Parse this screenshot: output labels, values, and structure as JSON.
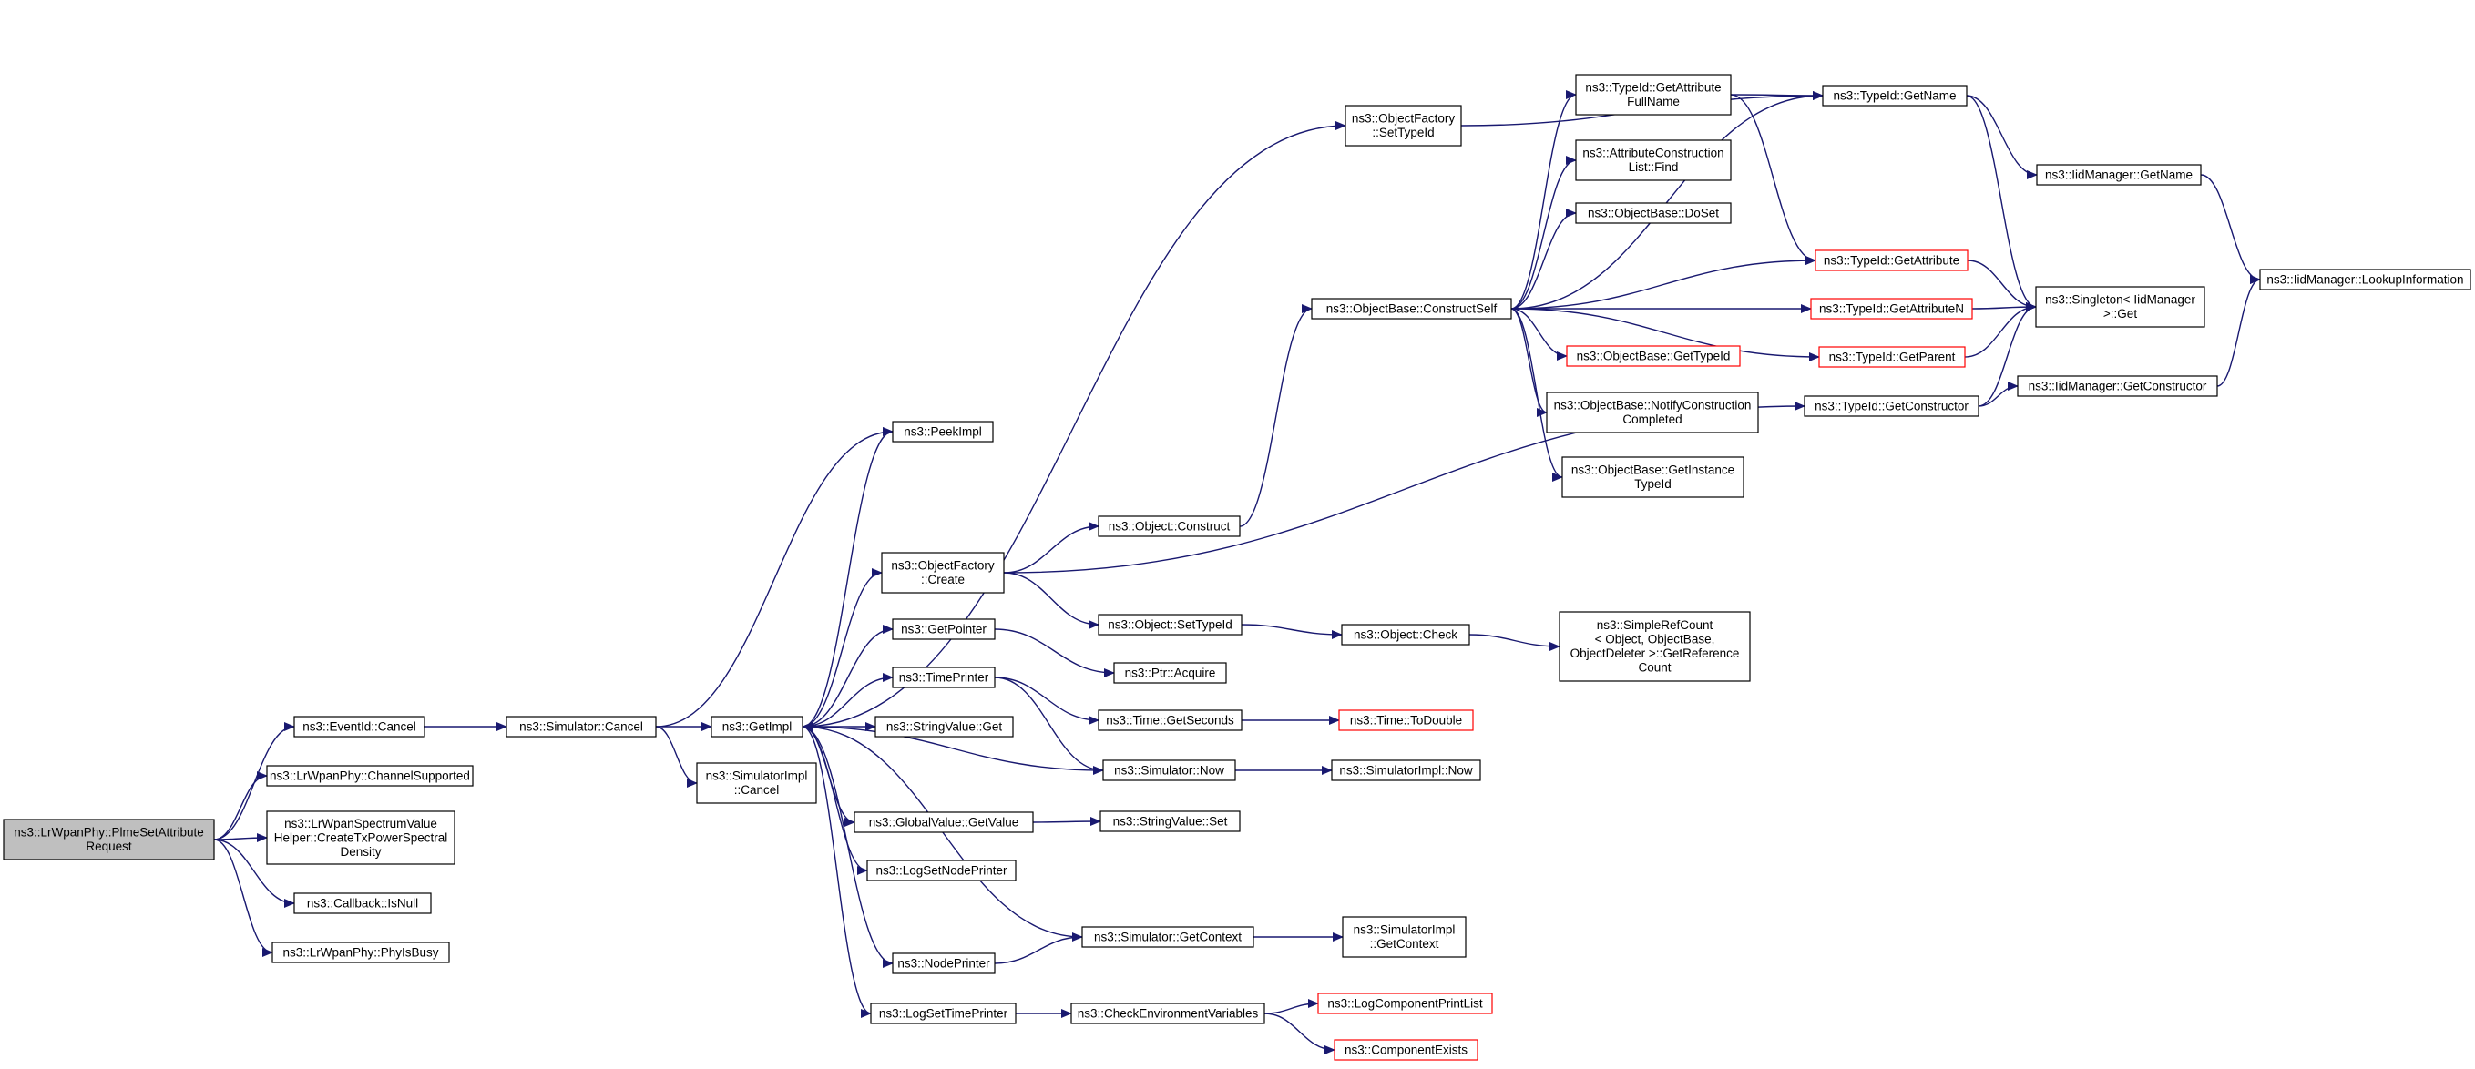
{
  "diagram": {
    "type": "call-graph",
    "colors": {
      "edge": "#191970",
      "root_fill": "#bfbfbf",
      "node_border": "#000000",
      "truncated_border": "#ff0000",
      "background": "#ffffff"
    },
    "nodes": [
      {
        "id": "root",
        "lines": [
          "ns3::LrWpanPhy::PlmeSetAttribute",
          "Request"
        ],
        "style": "root"
      },
      {
        "id": "eventid_cancel",
        "lines": [
          "ns3::EventId::Cancel"
        ]
      },
      {
        "id": "channel_supported",
        "lines": [
          "ns3::LrWpanPhy::ChannelSupported"
        ]
      },
      {
        "id": "create_tx_psd",
        "lines": [
          "ns3::LrWpanSpectrumValue",
          "Helper::CreateTxPowerSpectral",
          "Density"
        ]
      },
      {
        "id": "callback_isnull",
        "lines": [
          "ns3::Callback::IsNull"
        ]
      },
      {
        "id": "phy_is_busy",
        "lines": [
          "ns3::LrWpanPhy::PhyIsBusy"
        ]
      },
      {
        "id": "simulator_cancel",
        "lines": [
          "ns3::Simulator::Cancel"
        ]
      },
      {
        "id": "getimpl",
        "lines": [
          "ns3::GetImpl"
        ]
      },
      {
        "id": "simimpl_cancel",
        "lines": [
          "ns3::SimulatorImpl",
          "::Cancel"
        ]
      },
      {
        "id": "peekimpl",
        "lines": [
          "ns3::PeekImpl"
        ]
      },
      {
        "id": "objfactory_create",
        "lines": [
          "ns3::ObjectFactory",
          "::Create"
        ]
      },
      {
        "id": "getpointer",
        "lines": [
          "ns3::GetPointer"
        ]
      },
      {
        "id": "timeprinter",
        "lines": [
          "ns3::TimePrinter"
        ]
      },
      {
        "id": "stringvalue_get",
        "lines": [
          "ns3::StringValue::Get"
        ]
      },
      {
        "id": "globalvalue_getvalue",
        "lines": [
          "ns3::GlobalValue::GetValue"
        ]
      },
      {
        "id": "logsetnodeprinter",
        "lines": [
          "ns3::LogSetNodePrinter"
        ]
      },
      {
        "id": "nodeprinter",
        "lines": [
          "ns3::NodePrinter"
        ]
      },
      {
        "id": "logsettimeprinter",
        "lines": [
          "ns3::LogSetTimePrinter"
        ]
      },
      {
        "id": "objfactory_settypeid",
        "lines": [
          "ns3::ObjectFactory",
          "::SetTypeId"
        ]
      },
      {
        "id": "object_construct",
        "lines": [
          "ns3::Object::Construct"
        ]
      },
      {
        "id": "object_settypeid",
        "lines": [
          "ns3::Object::SetTypeId"
        ]
      },
      {
        "id": "ptr_acquire",
        "lines": [
          "ns3::Ptr::Acquire"
        ]
      },
      {
        "id": "time_getseconds",
        "lines": [
          "ns3::Time::GetSeconds"
        ]
      },
      {
        "id": "simulator_now",
        "lines": [
          "ns3::Simulator::Now"
        ]
      },
      {
        "id": "stringvalue_set",
        "lines": [
          "ns3::StringValue::Set"
        ]
      },
      {
        "id": "simulator_getcontext",
        "lines": [
          "ns3::Simulator::GetContext"
        ]
      },
      {
        "id": "check_env_vars",
        "lines": [
          "ns3::CheckEnvironmentVariables"
        ]
      },
      {
        "id": "objbase_constructself",
        "lines": [
          "ns3::ObjectBase::ConstructSelf"
        ]
      },
      {
        "id": "object_check",
        "lines": [
          "ns3::Object::Check"
        ]
      },
      {
        "id": "time_todouble",
        "lines": [
          "ns3::Time::ToDouble"
        ],
        "style": "truncated"
      },
      {
        "id": "simimpl_now",
        "lines": [
          "ns3::SimulatorImpl::Now"
        ]
      },
      {
        "id": "simimpl_getcontext",
        "lines": [
          "ns3::SimulatorImpl",
          "::GetContext"
        ]
      },
      {
        "id": "logcomponentprintlist",
        "lines": [
          "ns3::LogComponentPrintList"
        ],
        "style": "truncated"
      },
      {
        "id": "componentexists",
        "lines": [
          "ns3::ComponentExists"
        ],
        "style": "truncated"
      },
      {
        "id": "typeid_getattr_fullname",
        "lines": [
          "ns3::TypeId::GetAttribute",
          "FullName"
        ]
      },
      {
        "id": "attrconstr_find",
        "lines": [
          "ns3::AttributeConstruction",
          "List::Find"
        ]
      },
      {
        "id": "objbase_doset",
        "lines": [
          "ns3::ObjectBase::DoSet"
        ]
      },
      {
        "id": "objbase_gettypeid",
        "lines": [
          "ns3::ObjectBase::GetTypeId"
        ],
        "style": "truncated"
      },
      {
        "id": "objbase_notify",
        "lines": [
          "ns3::ObjectBase::NotifyConstruction",
          "Completed"
        ]
      },
      {
        "id": "objbase_getinstance",
        "lines": [
          "ns3::ObjectBase::GetInstance",
          "TypeId"
        ]
      },
      {
        "id": "simplerefcount",
        "lines": [
          "ns3::SimpleRefCount",
          "< Object, ObjectBase,",
          "ObjectDeleter >::GetReference",
          "Count"
        ]
      },
      {
        "id": "typeid_getname",
        "lines": [
          "ns3::TypeId::GetName"
        ]
      },
      {
        "id": "typeid_getattribute",
        "lines": [
          "ns3::TypeId::GetAttribute"
        ],
        "style": "truncated"
      },
      {
        "id": "typeid_getattributen",
        "lines": [
          "ns3::TypeId::GetAttributeN"
        ],
        "style": "truncated"
      },
      {
        "id": "typeid_getparent",
        "lines": [
          "ns3::TypeId::GetParent"
        ],
        "style": "truncated"
      },
      {
        "id": "typeid_getconstructor",
        "lines": [
          "ns3::TypeId::GetConstructor"
        ]
      },
      {
        "id": "iidmanager_getname",
        "lines": [
          "ns3::IidManager::GetName"
        ]
      },
      {
        "id": "singleton_get",
        "lines": [
          "ns3::Singleton< IidManager",
          " >::Get"
        ]
      },
      {
        "id": "iidmanager_getconstructor",
        "lines": [
          "ns3::IidManager::GetConstructor"
        ]
      },
      {
        "id": "iidmanager_lookup",
        "lines": [
          "ns3::IidManager::LookupInformation"
        ]
      }
    ],
    "edges": [
      [
        "root",
        "eventid_cancel"
      ],
      [
        "root",
        "channel_supported"
      ],
      [
        "root",
        "create_tx_psd"
      ],
      [
        "root",
        "callback_isnull"
      ],
      [
        "root",
        "phy_is_busy"
      ],
      [
        "eventid_cancel",
        "simulator_cancel"
      ],
      [
        "simulator_cancel",
        "peekimpl"
      ],
      [
        "simulator_cancel",
        "getimpl"
      ],
      [
        "simulator_cancel",
        "simimpl_cancel"
      ],
      [
        "getimpl",
        "peekimpl"
      ],
      [
        "getimpl",
        "objfactory_settypeid"
      ],
      [
        "getimpl",
        "objfactory_create"
      ],
      [
        "getimpl",
        "getpointer"
      ],
      [
        "getimpl",
        "timeprinter"
      ],
      [
        "getimpl",
        "stringvalue_get"
      ],
      [
        "getimpl",
        "globalvalue_getvalue"
      ],
      [
        "getimpl",
        "logsetnodeprinter"
      ],
      [
        "getimpl",
        "nodeprinter"
      ],
      [
        "getimpl",
        "logsettimeprinter"
      ],
      [
        "objfactory_settypeid",
        "typeid_getname"
      ],
      [
        "objfactory_create",
        "object_construct"
      ],
      [
        "objfactory_create",
        "object_settypeid"
      ],
      [
        "objfactory_create",
        "typeid_getconstructor"
      ],
      [
        "object_construct",
        "objbase_constructself"
      ],
      [
        "object_settypeid",
        "object_check"
      ],
      [
        "object_check",
        "simplerefcount"
      ],
      [
        "getpointer",
        "ptr_acquire"
      ],
      [
        "timeprinter",
        "time_getseconds"
      ],
      [
        "timeprinter",
        "simulator_now"
      ],
      [
        "time_getseconds",
        "time_todouble"
      ],
      [
        "simulator_now",
        "getimpl"
      ],
      [
        "simulator_now",
        "simimpl_now"
      ],
      [
        "globalvalue_getvalue",
        "stringvalue_set"
      ],
      [
        "nodeprinter",
        "simulator_getcontext"
      ],
      [
        "simulator_getcontext",
        "getimpl"
      ],
      [
        "simulator_getcontext",
        "simimpl_getcontext"
      ],
      [
        "logsettimeprinter",
        "check_env_vars"
      ],
      [
        "check_env_vars",
        "logcomponentprintlist"
      ],
      [
        "check_env_vars",
        "componentexists"
      ],
      [
        "objbase_constructself",
        "typeid_getname"
      ],
      [
        "objbase_constructself",
        "typeid_getattr_fullname"
      ],
      [
        "objbase_constructself",
        "attrconstr_find"
      ],
      [
        "objbase_constructself",
        "objbase_doset"
      ],
      [
        "objbase_constructself",
        "typeid_getattribute"
      ],
      [
        "objbase_constructself",
        "typeid_getattributen"
      ],
      [
        "objbase_constructself",
        "objbase_gettypeid"
      ],
      [
        "objbase_constructself",
        "objbase_notify"
      ],
      [
        "objbase_constructself",
        "objbase_getinstance"
      ],
      [
        "objbase_constructself",
        "typeid_getparent"
      ],
      [
        "typeid_getattr_fullname",
        "typeid_getname"
      ],
      [
        "typeid_getattr_fullname",
        "typeid_getattribute"
      ],
      [
        "typeid_getname",
        "iidmanager_getname"
      ],
      [
        "typeid_getname",
        "singleton_get"
      ],
      [
        "iidmanager_getname",
        "iidmanager_lookup"
      ],
      [
        "typeid_getattribute",
        "singleton_get"
      ],
      [
        "typeid_getattributen",
        "singleton_get"
      ],
      [
        "typeid_getparent",
        "singleton_get"
      ],
      [
        "typeid_getconstructor",
        "singleton_get"
      ],
      [
        "typeid_getconstructor",
        "iidmanager_getconstructor"
      ],
      [
        "iidmanager_getconstructor",
        "iidmanager_lookup"
      ]
    ]
  }
}
